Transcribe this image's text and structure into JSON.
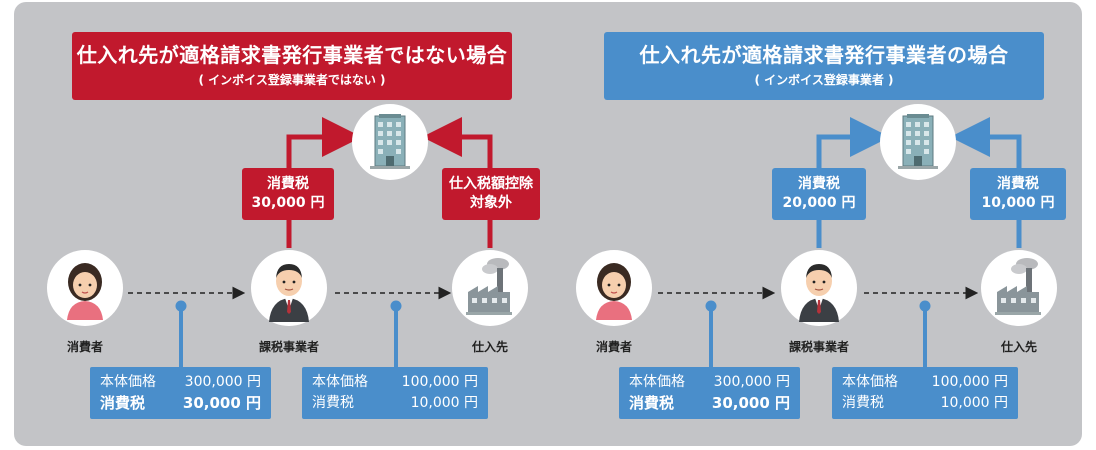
{
  "left": {
    "title": "仕入れ先が適格請求書発行事業者ではない場合",
    "subtitle": "( インボイス登録事業者ではない )",
    "tax_label_1": "消費税",
    "tax_label_2": "30,000 円",
    "deduct_label_1": "仕入税額控除",
    "deduct_label_2": "対象外",
    "consumer": "消費者",
    "business": "課税事業者",
    "supplier": "仕入先",
    "price1": {
      "base_label": "本体価格",
      "base_value": "300,000 円",
      "tax_label": "消費税",
      "tax_value": "30,000 円"
    },
    "price2": {
      "base_label": "本体価格",
      "base_value": "100,000 円",
      "tax_label": "消費税",
      "tax_value": "10,000 円"
    }
  },
  "right": {
    "title": "仕入れ先が適格請求書発行事業者の場合",
    "subtitle": "( インボイス登録事業者 )",
    "tax_label_1": "消費税",
    "tax_label_2": "20,000 円",
    "tax2_label_1": "消費税",
    "tax2_label_2": "10,000 円",
    "consumer": "消費者",
    "business": "課税事業者",
    "supplier": "仕入先",
    "price1": {
      "base_label": "本体価格",
      "base_value": "300,000 円",
      "tax_label": "消費税",
      "tax_value": "30,000 円"
    },
    "price2": {
      "base_label": "本体価格",
      "base_value": "100,000 円",
      "tax_label": "消費税",
      "tax_value": "10,000 円"
    }
  },
  "colors": {
    "red": "#c1192d",
    "blue": "#4a8ecb",
    "panel": "#c3c4c7"
  },
  "icons": [
    "tax-office-building-icon",
    "consumer-woman-icon",
    "business-man-icon",
    "factory-icon"
  ]
}
